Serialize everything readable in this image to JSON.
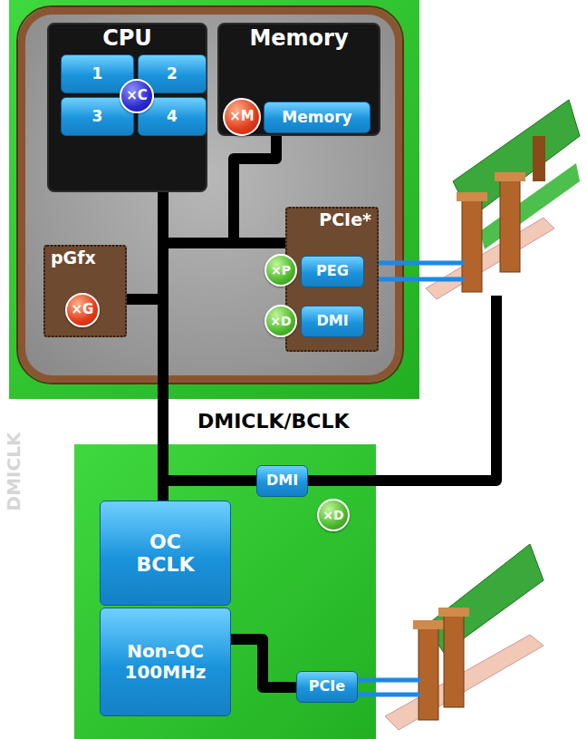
{
  "diagram": {
    "nodes": [
      {
        "text": [
          "CPU"
        ]
      },
      {
        "text": [
          "1"
        ],
        "in": 0
      },
      {
        "text": [
          "2"
        ],
        "in": 0
      },
      {
        "text": [
          "3"
        ],
        "in": 0
      },
      {
        "text": [
          "4"
        ],
        "in": 0
      },
      {
        "text": [
          "×C"
        ],
        "in": 0
      },
      {
        "text": [
          "Memory"
        ]
      },
      {
        "text": [
          "×M"
        ],
        "in": 6
      },
      {
        "text": [
          "Memory"
        ],
        "in": 6
      },
      {
        "text": [
          "PCIe*"
        ]
      },
      {
        "text": [
          "×P"
        ],
        "in": 9
      },
      {
        "text": [
          "PEG"
        ],
        "in": 9
      },
      {
        "text": [
          "×D"
        ],
        "in": 9
      },
      {
        "text": [
          "DMI"
        ],
        "in": 9
      },
      {
        "text": [
          "pGfx"
        ]
      },
      {
        "text": [
          "×G"
        ],
        "in": 14
      },
      {
        "text": [
          "DMI"
        ]
      },
      {
        "text": [
          "×D"
        ]
      },
      {
        "text": [
          "OC BCLK"
        ]
      },
      {
        "text": [
          "Non-OC 100MHz"
        ]
      },
      {
        "text": [
          "PCIe"
        ]
      }
    ],
    "edges": [
      {
        "from": 18,
        "to": 0,
        "arrow": "none"
      },
      {
        "from": 18,
        "to": 6,
        "arrow": "none"
      },
      {
        "from": 18,
        "to": 9,
        "arrow": "none"
      },
      {
        "from": 18,
        "to": 14,
        "arrow": "none"
      },
      {
        "from": 18,
        "to": 16,
        "arrow": "none"
      },
      {
        "from": 19,
        "to": 20,
        "arrow": "none"
      }
    ],
    "labels": [
      "DMICLK/BCLK",
      "DMICLK"
    ]
  }
}
